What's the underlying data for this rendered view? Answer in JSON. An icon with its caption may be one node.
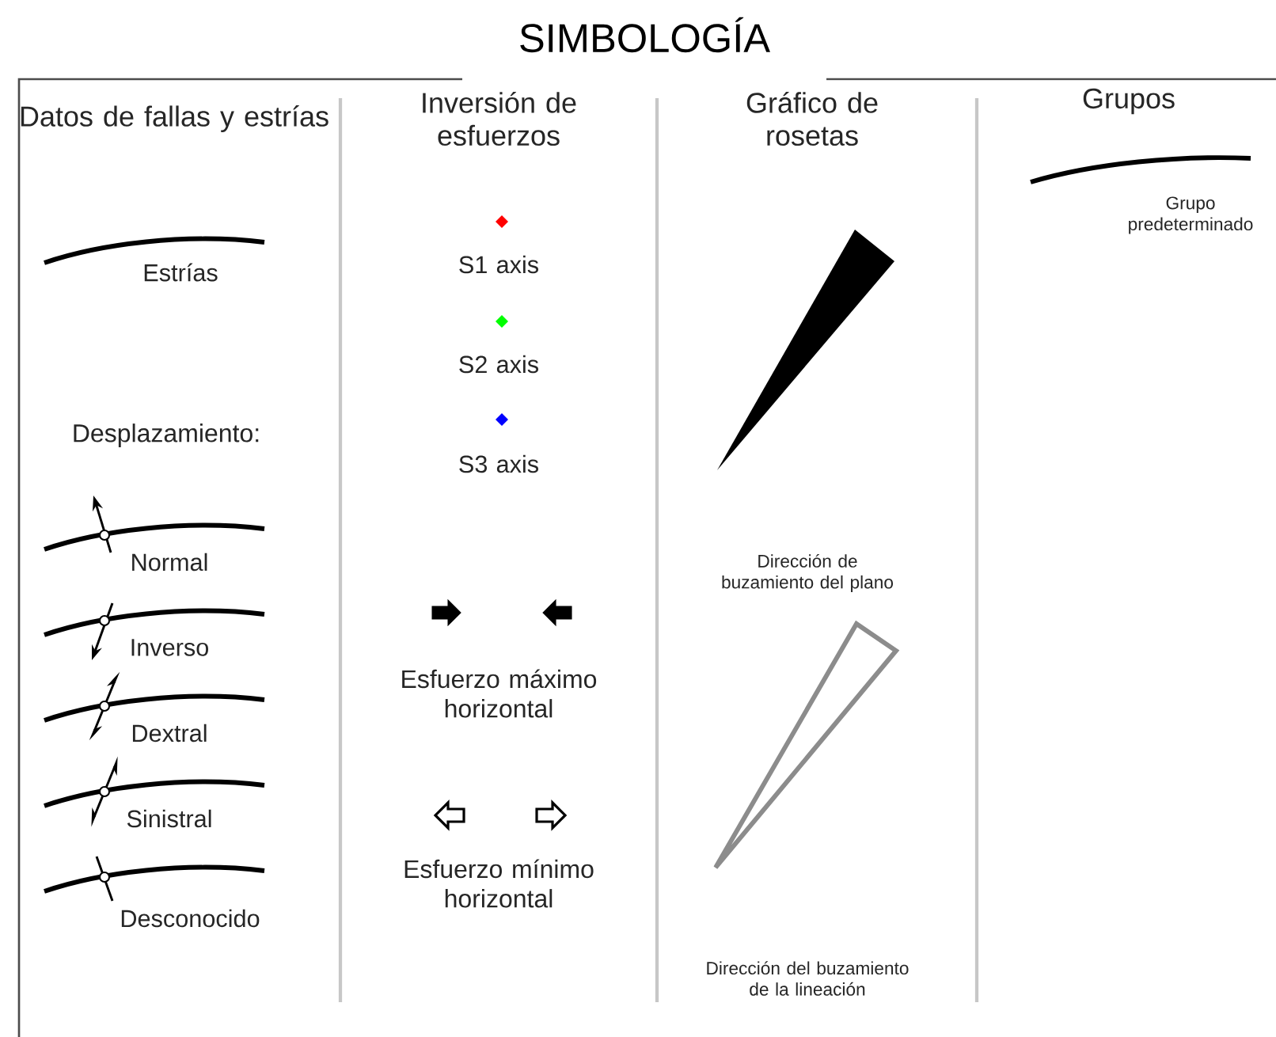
{
  "diagram": {
    "title": "SIMBOLOGÍA",
    "labels": [
      "Datos de fallas y estrías",
      "Inversión de esfuerzos",
      "Gráfico de rosetas",
      "Grupos",
      "Desplazamiento:"
    ],
    "legend": [
      {
        "text": "Estrías"
      },
      {
        "text": "Normal"
      },
      {
        "text": "Inverso"
      },
      {
        "text": "Dextral"
      },
      {
        "text": "Sinistral"
      },
      {
        "text": "Desconocido"
      },
      {
        "text": "S1 axis",
        "color": "#ff0000"
      },
      {
        "text": "S2 axis",
        "color": "#00ff00"
      },
      {
        "text": "S3 axis",
        "color": "#0000ff"
      },
      {
        "text": "Esfuerzo máximo horizontal"
      },
      {
        "text": "Esfuerzo mínimo horizontal"
      },
      {
        "text": "Dirección de buzamiento del plano"
      },
      {
        "text": "Dirección del buzamiento de la lineación"
      },
      {
        "text": "Grupo predeterminado"
      }
    ]
  }
}
